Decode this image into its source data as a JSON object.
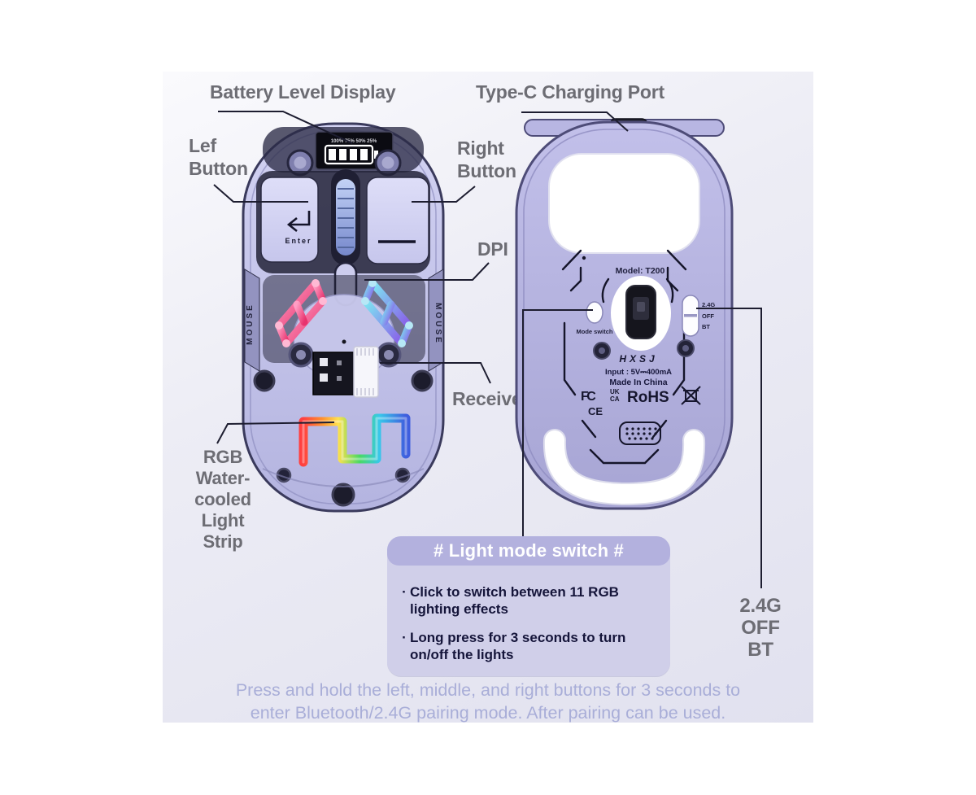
{
  "colors": {
    "label_gray": "#6d6d74",
    "callout_line": "#1d1d30",
    "lightbox_header_bg": "#b3b1de",
    "lightbox_body_bg": "#d0cfe9",
    "lightbox_text": "#15153a",
    "footer_text": "#a9aed8",
    "front_shell": "#c2c2e8",
    "back_shell": "#b2b0dd",
    "tube_pink": "#ee4f8a",
    "tube_blue": "#5f8ae8"
  },
  "callouts": {
    "battery": "Battery Level Display",
    "typec": "Type-C Charging Port",
    "left_button": [
      "Lef",
      "Button"
    ],
    "right_button": [
      "Right",
      "Button"
    ],
    "dpi": "DPI",
    "receiver": "Receiver",
    "rgb_strip": [
      "RGB",
      "Water-",
      "cooled",
      "Light",
      "Strip"
    ],
    "mode_side": [
      "2.4G",
      "OFF",
      "BT"
    ]
  },
  "front_mouse": {
    "battery_percents": "100%  75%  50%  25%",
    "enter_label": "Enter",
    "side_text": "MOUSE"
  },
  "back_mouse": {
    "model": "Model:  T200",
    "mode_switch_label": "Mode switch",
    "slider_labels": [
      "2.4G",
      "OFF",
      "BT"
    ],
    "brand": "HXSJ",
    "input_rating": "Input : 5V⎓400mA",
    "made_in": "Made In China",
    "certs": {
      "fcc": "FC",
      "uk": "UK",
      "ca": "CA",
      "rohs": "RoHS",
      "ce": "CE"
    }
  },
  "light_box": {
    "header": "# Light mode switch #",
    "bullet_char": "·",
    "bullets": [
      [
        "Click to switch between 11 RGB",
        "lighting effects"
      ],
      [
        "Long press for 3 seconds to turn",
        "on/off the lights"
      ]
    ]
  },
  "footer": {
    "lines": [
      "Press and hold the left, middle, and right buttons for 3 seconds to",
      "enter Bluetooth/2.4G pairing mode. After pairing can be used."
    ]
  }
}
